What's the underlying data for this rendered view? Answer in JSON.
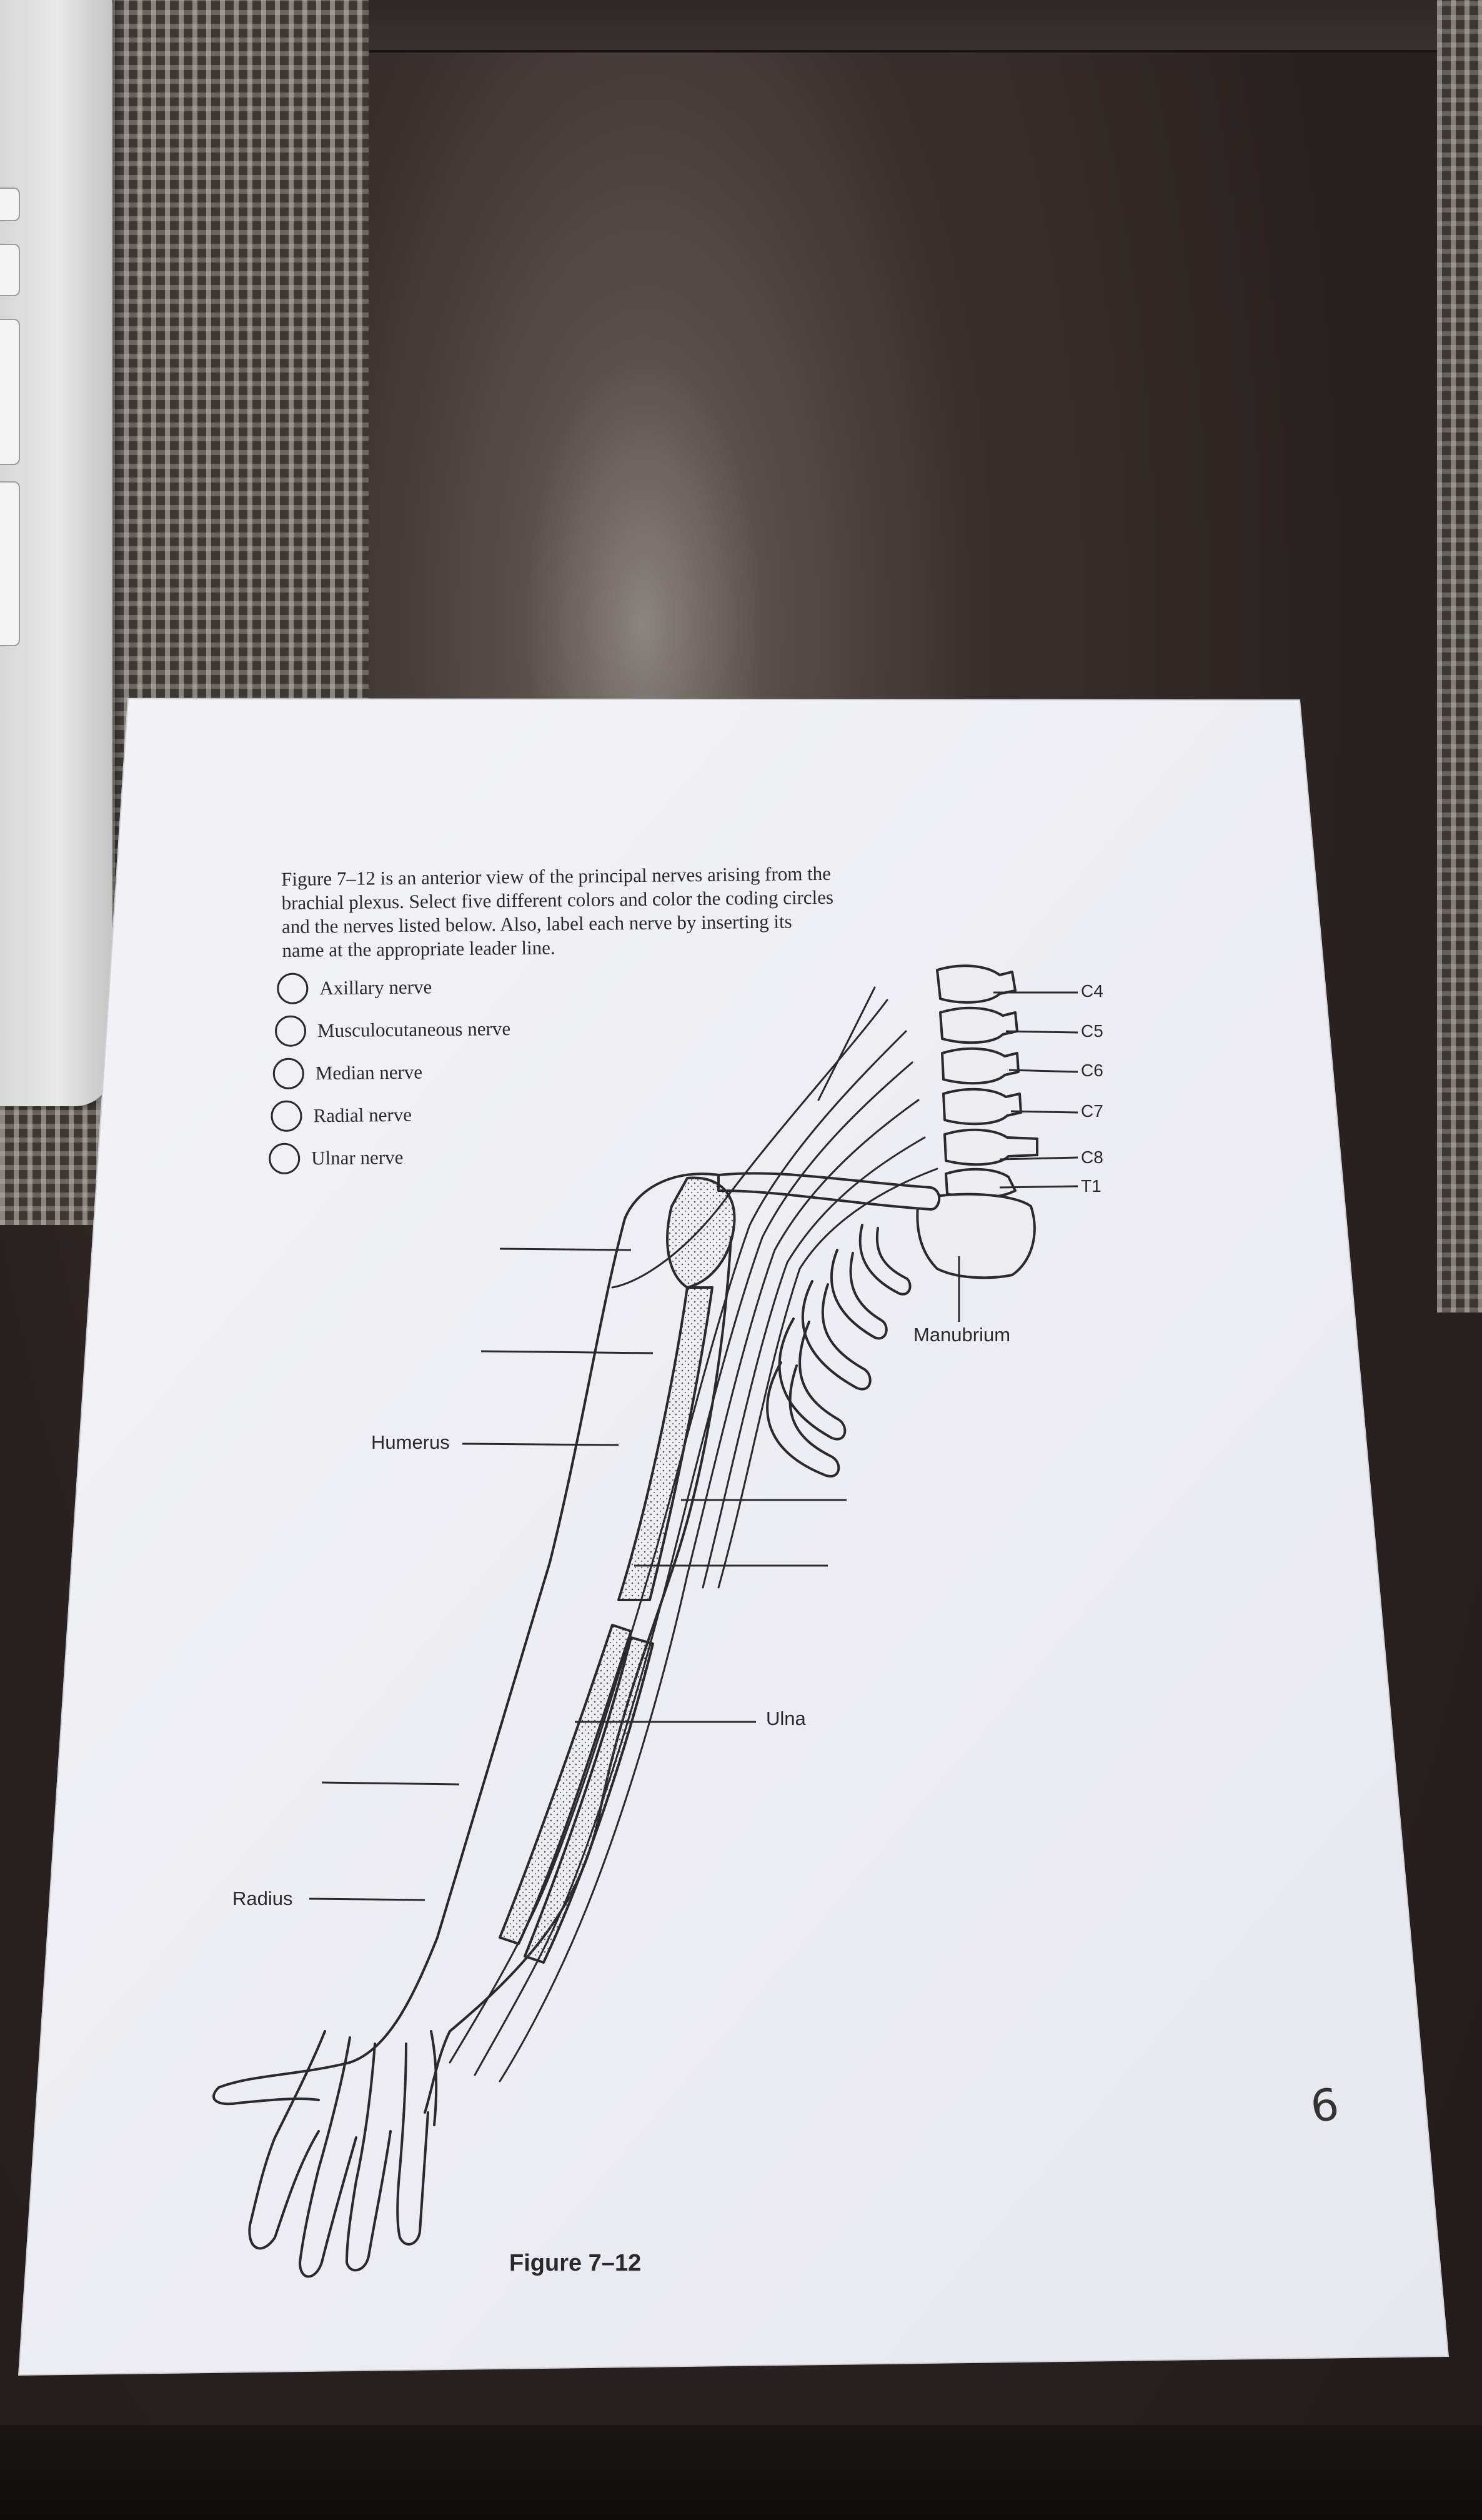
{
  "instructions": "Figure 7–12 is an anterior view of the principal nerves arising from the\nbrachial plexus. Select five different colors and color the coding circles\nand the nerves listed below. Also, label each nerve by inserting its\nname at the appropriate leader line.",
  "nerves": [
    {
      "name": "Axillary nerve"
    },
    {
      "name": "Musculocutaneous nerve"
    },
    {
      "name": "Median nerve"
    },
    {
      "name": "Radial nerve"
    },
    {
      "name": "Ulnar nerve"
    }
  ],
  "labels": {
    "humerus": "Humerus",
    "ulna": "Ulna",
    "radius": "Radius",
    "manubrium": "Manubrium"
  },
  "vertebrae": [
    "C4",
    "C5",
    "C6",
    "C7",
    "C8",
    "T1"
  ],
  "figure_caption": "Figure 7–12",
  "page_number": "6",
  "colors": {
    "paper": "#eeeef3",
    "ink": "#2a2a2e",
    "desk": "#2b2321"
  }
}
